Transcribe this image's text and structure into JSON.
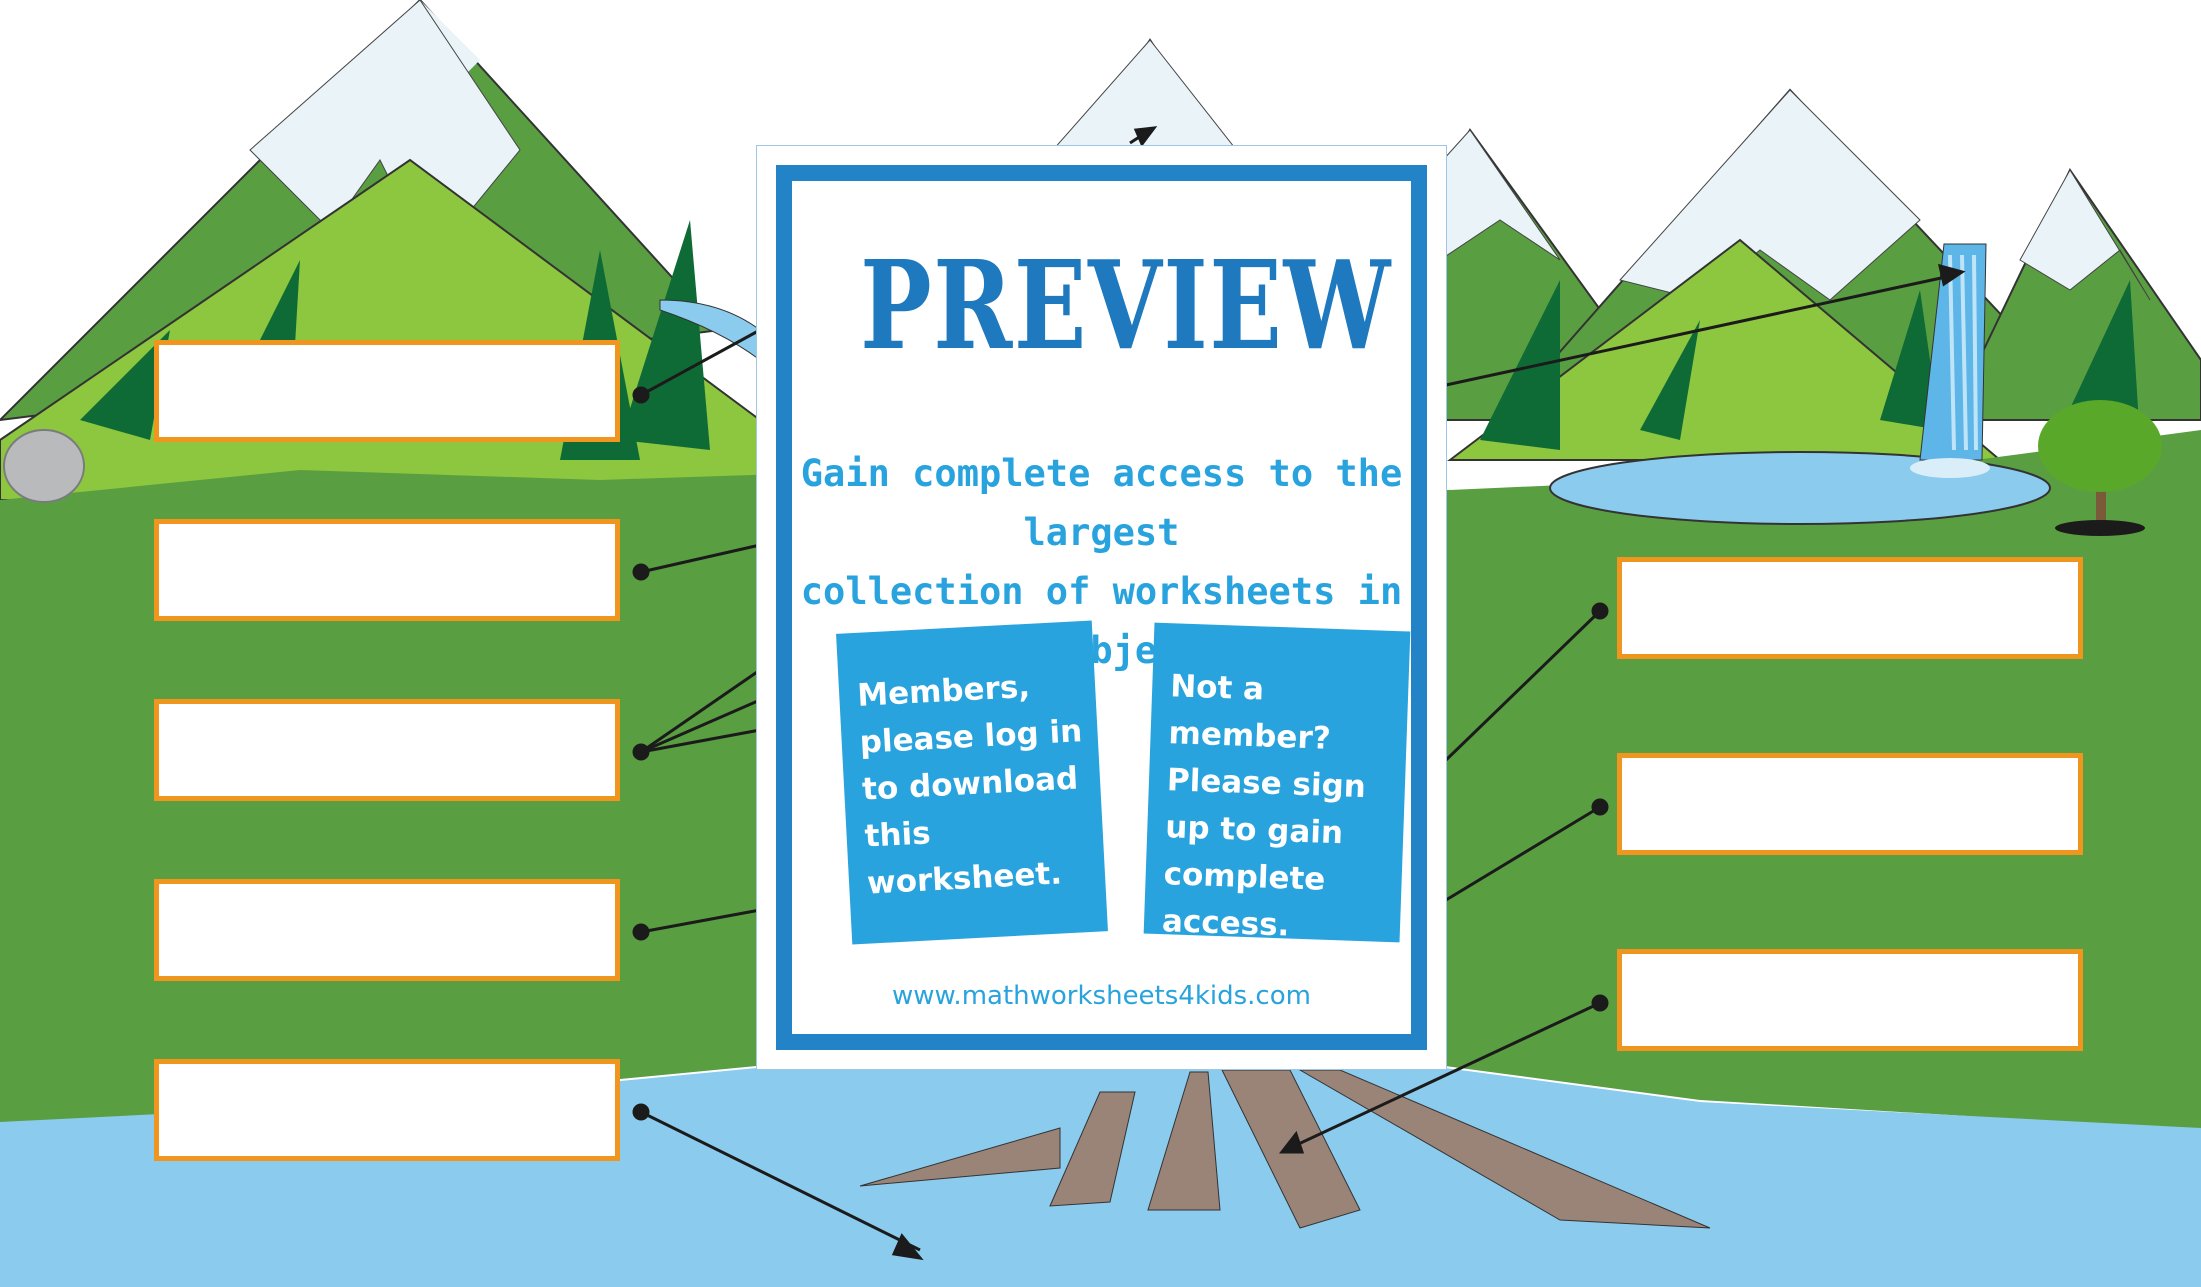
{
  "preview": {
    "title": "PREVIEW",
    "tagline_line1": "Gain complete access to the largest",
    "tagline_line2": "collection of worksheets in all subjects!",
    "members_text": "Members, please log in to download this worksheet.",
    "signup_text": "Not a member? Please sign up to gain complete access.",
    "url": "www.mathworksheets4kids.com"
  },
  "label_boxes": [
    "",
    "",
    "",
    "",
    "",
    "",
    "",
    ""
  ],
  "colors": {
    "snow": "#eaf4f8",
    "mountain_dark": "#5a9e42",
    "mountain_light": "#8dc63f",
    "tree_dark": "#0f6b35",
    "grass": "#5a9e42",
    "water": "#8bcbee",
    "delta": "#9a8478",
    "box_border": "#f0961e",
    "preview_border": "#2284c6",
    "preview_text": "#29a3dd"
  },
  "icons": [
    "rock-icon",
    "waterfall-icon",
    "tree-icon",
    "arrow-icon",
    "dot-icon"
  ]
}
